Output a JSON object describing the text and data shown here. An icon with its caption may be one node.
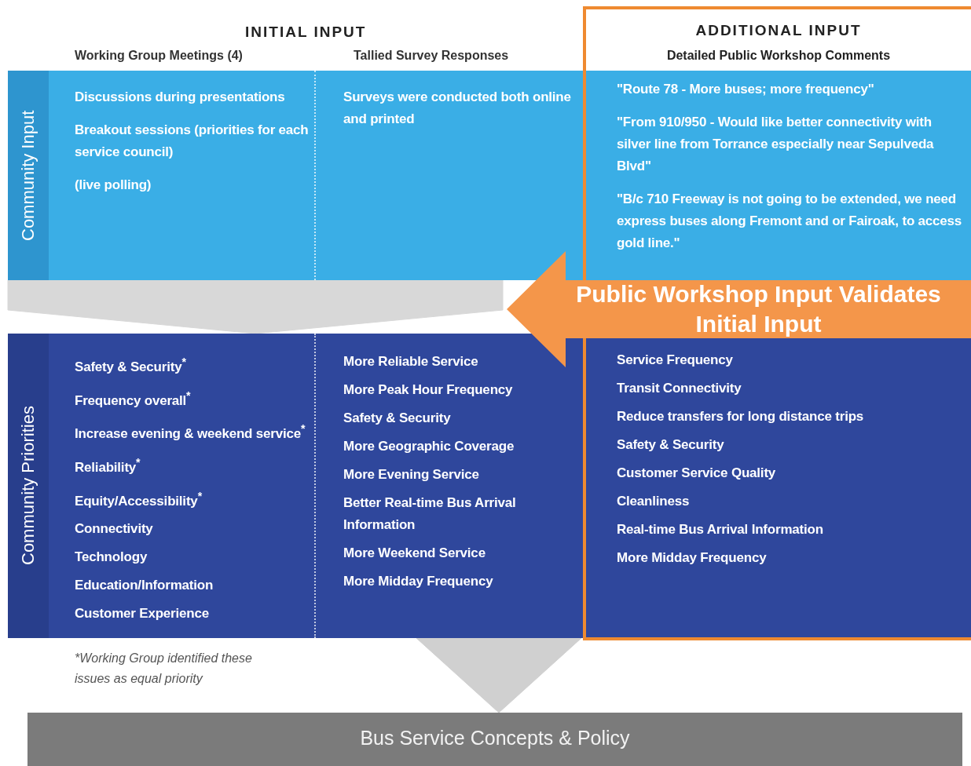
{
  "diagram": {
    "nodes": [
      {
        "text": [
          "ADDITIONAL INPUT",
          "Detailed Public Workshop Comments"
        ]
      },
      {
        "text": [
          "Community Input"
        ]
      },
      {
        "text": [
          "Discussions during presentations",
          "Breakout sessions (priorities for each service council)",
          "(live polling)"
        ],
        "in": 1
      },
      {
        "text": [
          "Surveys were conducted both online and printed"
        ],
        "in": 1
      },
      {
        "text": [
          "\"Route 78 - More buses; more frequency\"",
          "\"From 910/950 - Would like better connectivity with silver line from Torrance especially near Sepulveda Blvd\"",
          "\"B/c 710 Freeway is not going to be extended, we need express buses along Fremont and or Fairoak, to access gold line.\""
        ]
      },
      {
        "text": [
          "Public Workshop Input Validates Initial Input"
        ]
      },
      {
        "text": [
          "Community Priorities"
        ]
      },
      {
        "text": [
          "Safety & Security$^{*}$",
          "Frequency overall$^{*}$",
          "Increase evening & weekend service$^{*}$",
          "Reliability$^{*}$",
          "Equity/Accessibility$^{*}$",
          "Connectivity",
          "Technology",
          "Education/Information",
          "Customer Experience"
        ],
        "in": 6
      },
      {
        "text": [
          "More Reliable Service",
          "More Peak Hour Frequency",
          "Safety & Security",
          "More Geographic Coverage",
          "More Evening Service",
          "Better Real-time Bus Arrival Information",
          "More Weekend Service",
          "More Midday Frequency"
        ],
        "in": 6
      },
      {
        "text": [
          "Service Frequency",
          "Transit Connectivity",
          "Reduce transfers for long distance trips",
          "Safety & Security",
          "Customer Service Quality",
          "Cleanliness",
          "Real-time Bus Arrival Information",
          "More Midday Frequency"
        ]
      },
      {
        "text": [
          "Bus Service Concepts & Policy"
        ]
      }
    ],
    "edges": [
      {
        "from": 1,
        "to": 6,
        "arrow": "to"
      },
      {
        "from": 6,
        "to": 10,
        "arrow": "to"
      }
    ],
    "labels": [
      "INITIAL INPUT",
      "Working Group Meetings (4)",
      "Tallied Survey Responses",
      "*Working Group identified these issues as equal priority"
    ]
  }
}
